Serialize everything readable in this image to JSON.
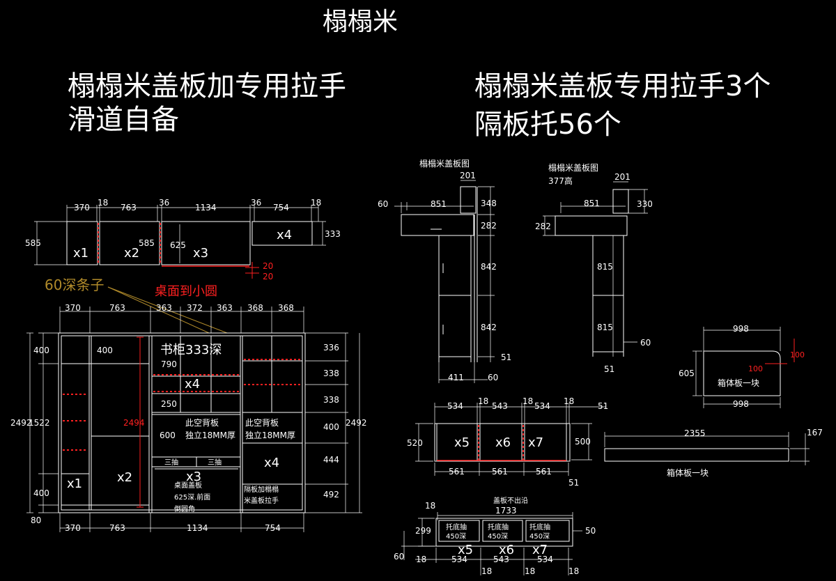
{
  "title": "榻榻米",
  "notes": {
    "left_line1": "榻榻米盖板加专用拉手",
    "left_line2": "滑道自备",
    "right_line1": "榻榻米盖板专用拉手3个",
    "right_line2": "隔板托56个"
  },
  "upper_cabinet": {
    "dims_top": [
      "370",
      "18",
      "763",
      "36",
      "1134",
      "36",
      "754",
      "18"
    ],
    "height_left": "585",
    "height_mid": "585",
    "inner_height": "625",
    "height_right": "333",
    "labels": [
      "x1",
      "x2",
      "x3",
      "x4"
    ],
    "red_dims": [
      "20",
      "20"
    ],
    "red_note": "桌面到小圆"
  },
  "strip_note": "60深条子",
  "main_cabinet": {
    "dims_top": [
      "370",
      "763",
      "363",
      "372",
      "363",
      "368",
      "368"
    ],
    "dims_bottom": [
      "370",
      "763",
      "1134",
      "754"
    ],
    "left_heights": [
      "400",
      "1522",
      "400",
      "80"
    ],
    "overall_height": "2492",
    "inner_dims": [
      "400",
      "790",
      "250",
      "600"
    ],
    "red_height": "2494",
    "right_heights": [
      "336",
      "338",
      "338",
      "400",
      "444",
      "492"
    ],
    "bookcase_label": "书柜333深",
    "labels": [
      "x1",
      "x2",
      "x3",
      "x4",
      "x4"
    ],
    "back_panel_notes": [
      "此空背板",
      "独立18MM厚",
      "此空背板",
      "独立18MM厚"
    ],
    "drawer_labels": [
      "三抽",
      "三抽"
    ],
    "desk_note": [
      "桌面盖板",
      "625深.前面",
      "倒圆角"
    ],
    "partition_note": [
      "隔板加榻榻",
      "米盖板拉手"
    ]
  },
  "side_view_1": {
    "caption": "榻榻米盖板图",
    "dims": [
      "201",
      "60",
      "851",
      "348",
      "282",
      "842",
      "842",
      "51",
      "411",
      "60"
    ]
  },
  "side_view_2": {
    "caption": "榻榻米盖板图",
    "subcaption": "377高",
    "dims": [
      "201",
      "851",
      "330",
      "282",
      "815",
      "815",
      "60",
      "51"
    ]
  },
  "box_panel_1": {
    "dims": [
      "998",
      "605",
      "100",
      "100",
      "998"
    ],
    "label": "箱体板一块"
  },
  "drawer_unit": {
    "dims_top": [
      "534",
      "18",
      "543",
      "18",
      "534",
      "18",
      "51"
    ],
    "height_left": "520",
    "height_right": "500",
    "dims_bottom": [
      "561",
      "561",
      "561",
      "51"
    ],
    "labels": [
      "x5",
      "x6",
      "x7"
    ]
  },
  "box_panel_2": {
    "dims": [
      "2355",
      "167"
    ],
    "label": "箱体板一块"
  },
  "plan_view": {
    "note": "盖板不出沿",
    "width": "1733",
    "dims": [
      "18",
      "299",
      "50",
      "60",
      "18",
      "534",
      "543",
      "534",
      "18",
      "18",
      "18"
    ],
    "tray_labels": [
      "托底抽",
      "450深",
      "托底抽",
      "450深",
      "托底抽",
      "450深"
    ],
    "labels": [
      "x5",
      "x6",
      "x7"
    ]
  }
}
